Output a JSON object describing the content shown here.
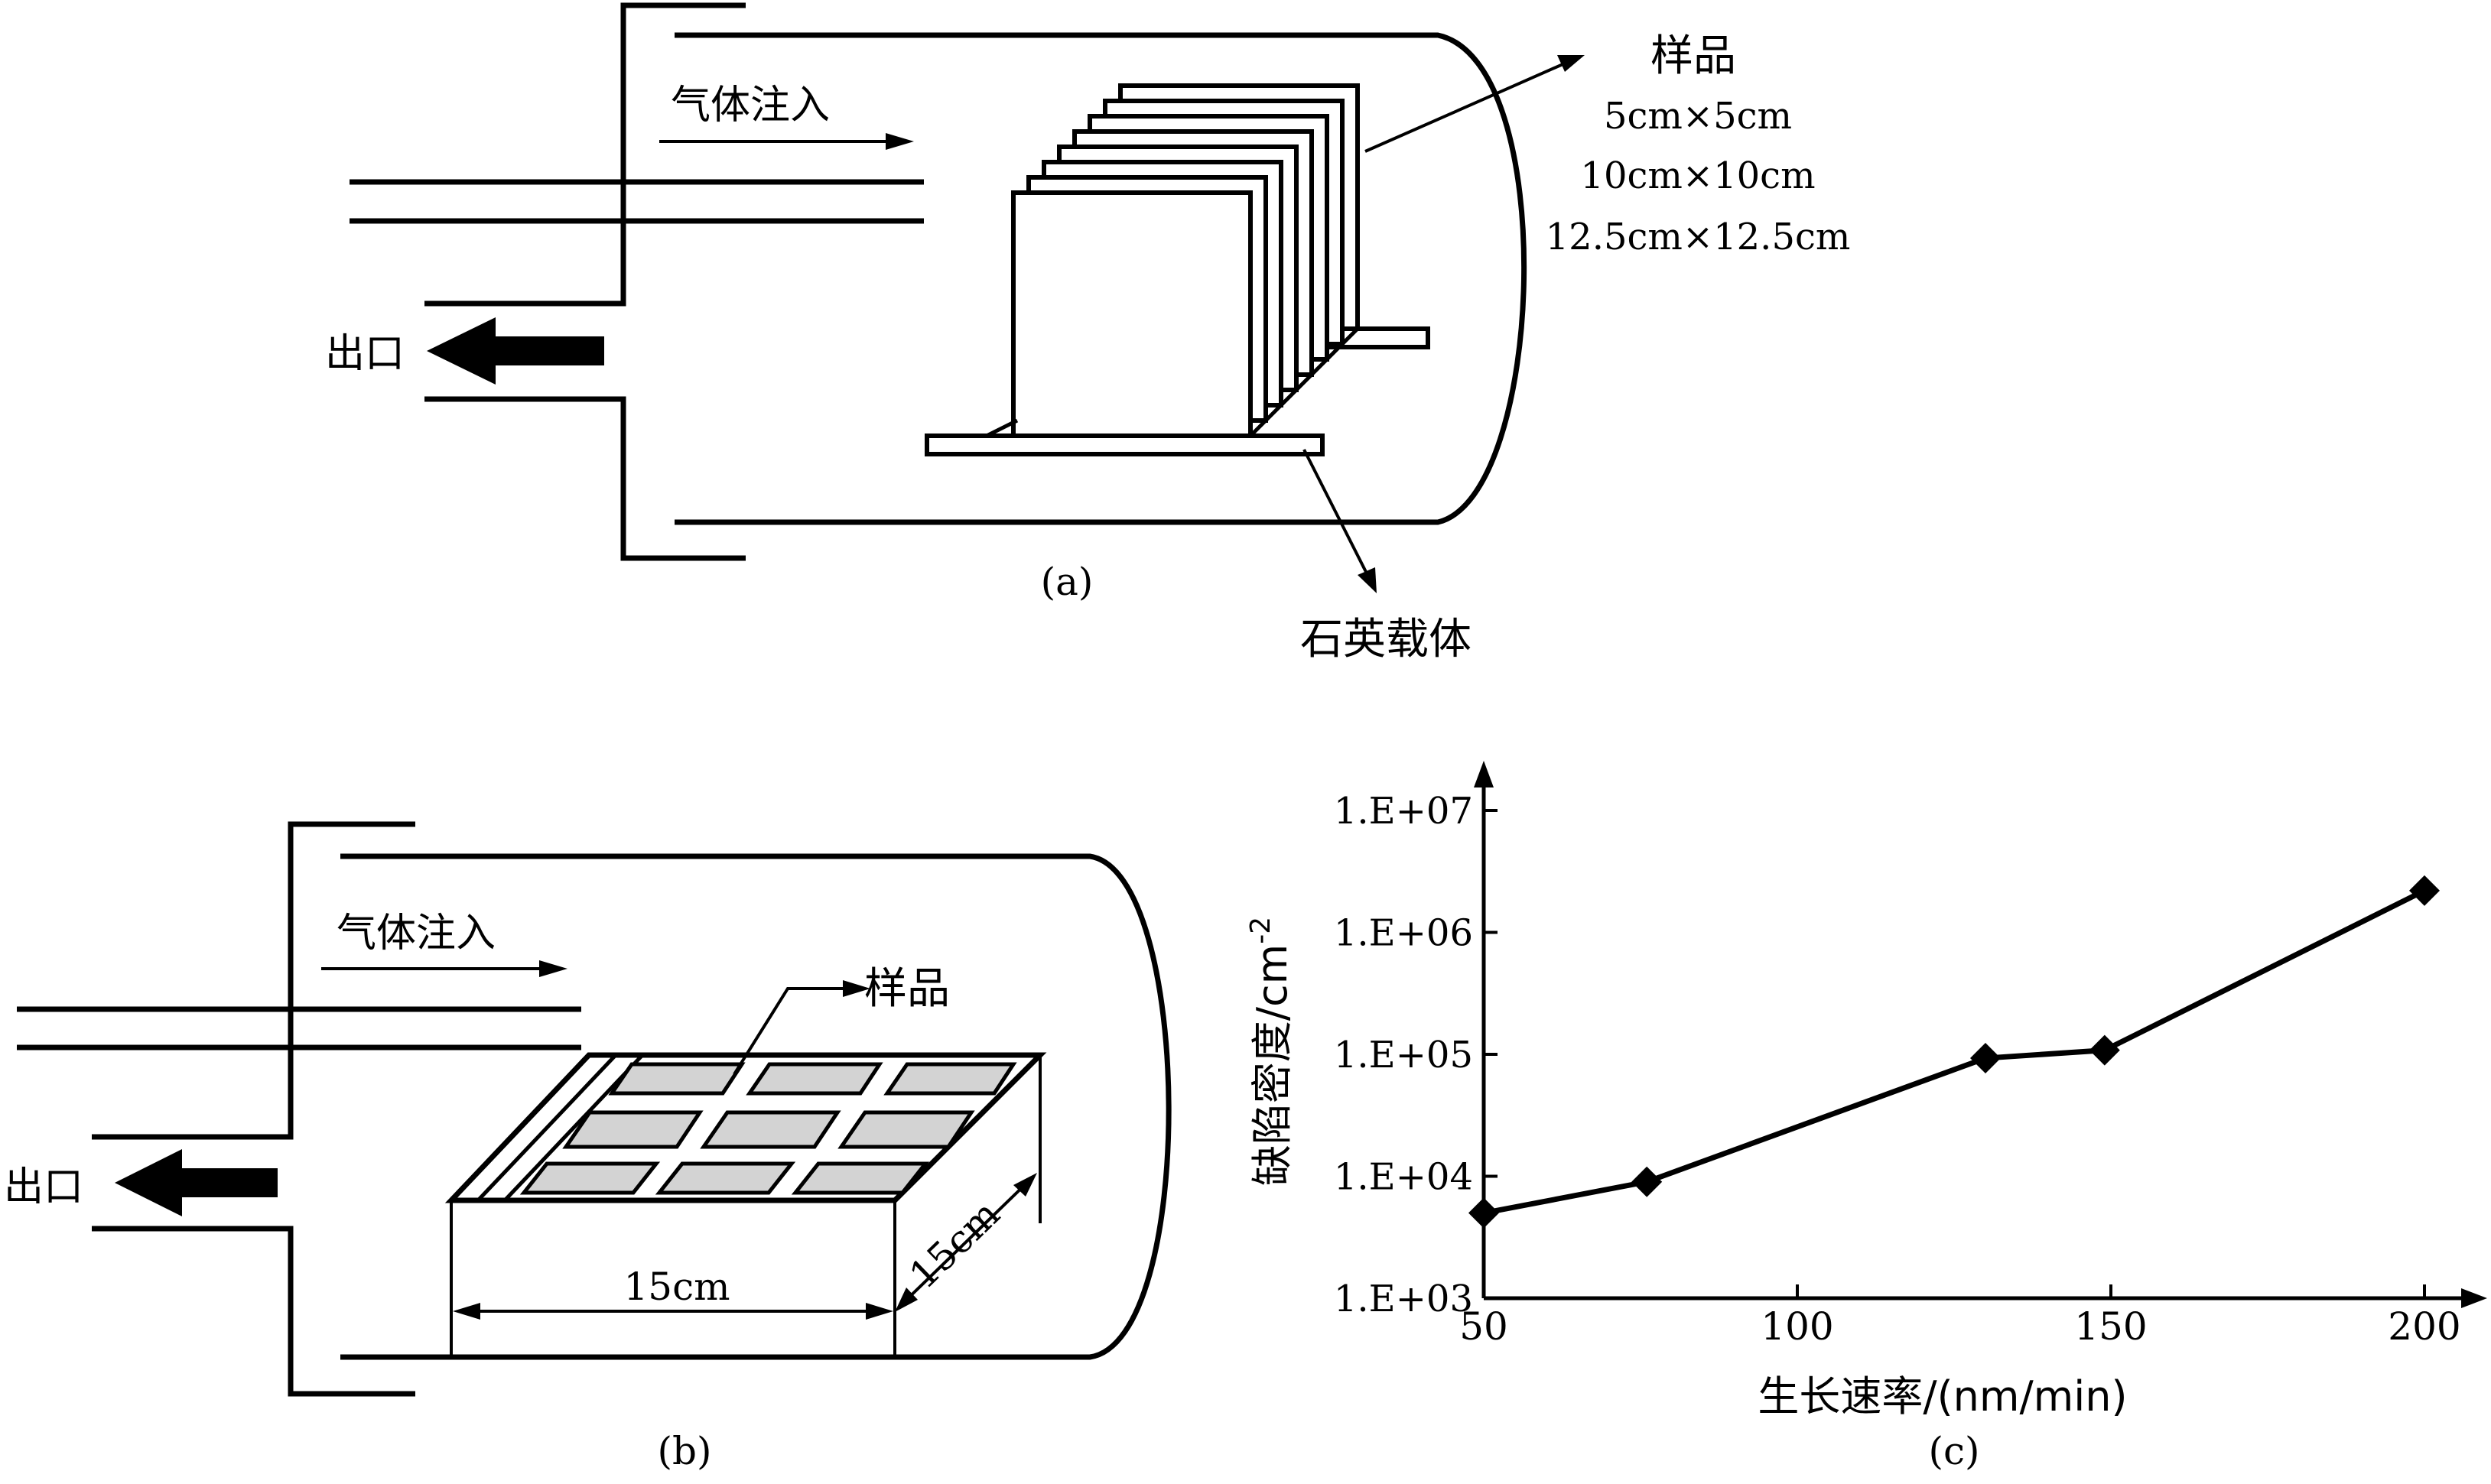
{
  "panel_a": {
    "gas_label": "气体注入",
    "outlet_label": "出口",
    "sample_label": "样品",
    "sample_sizes": [
      "5cm×5cm",
      "10cm×10cm",
      "12.5cm×12.5cm"
    ],
    "carrier_label": "石英载体",
    "caption": "(a)"
  },
  "panel_b": {
    "gas_label": "气体注入",
    "outlet_label": "出口",
    "sample_label": "样品",
    "width_label": "15cm",
    "depth_label": "15cm",
    "caption": "(b)"
  },
  "panel_c": {
    "caption": "(c)"
  },
  "colors": {
    "line": "#000000",
    "sample_fill": "#d3d3d3",
    "background": "#ffffff"
  },
  "chart_data": {
    "type": "line",
    "xlabel": "生长速率/(nm/min)",
    "ylabel_main": "缺陷密度/cm",
    "ylabel_sup": "-2",
    "x_ticks": [
      50,
      100,
      150,
      200
    ],
    "y_ticks": [
      "1.E+03",
      "1.E+04",
      "1.E+05",
      "1.E+06",
      "1.E+07"
    ],
    "xlim": [
      50,
      200
    ],
    "ylim": [
      1000,
      10000000
    ],
    "y_scale": "log",
    "marker": "diamond",
    "series": [
      {
        "x": [
          50,
          76,
          130,
          149,
          200
        ],
        "y": [
          5000,
          9000,
          93000,
          108000,
          2200000
        ]
      }
    ]
  }
}
